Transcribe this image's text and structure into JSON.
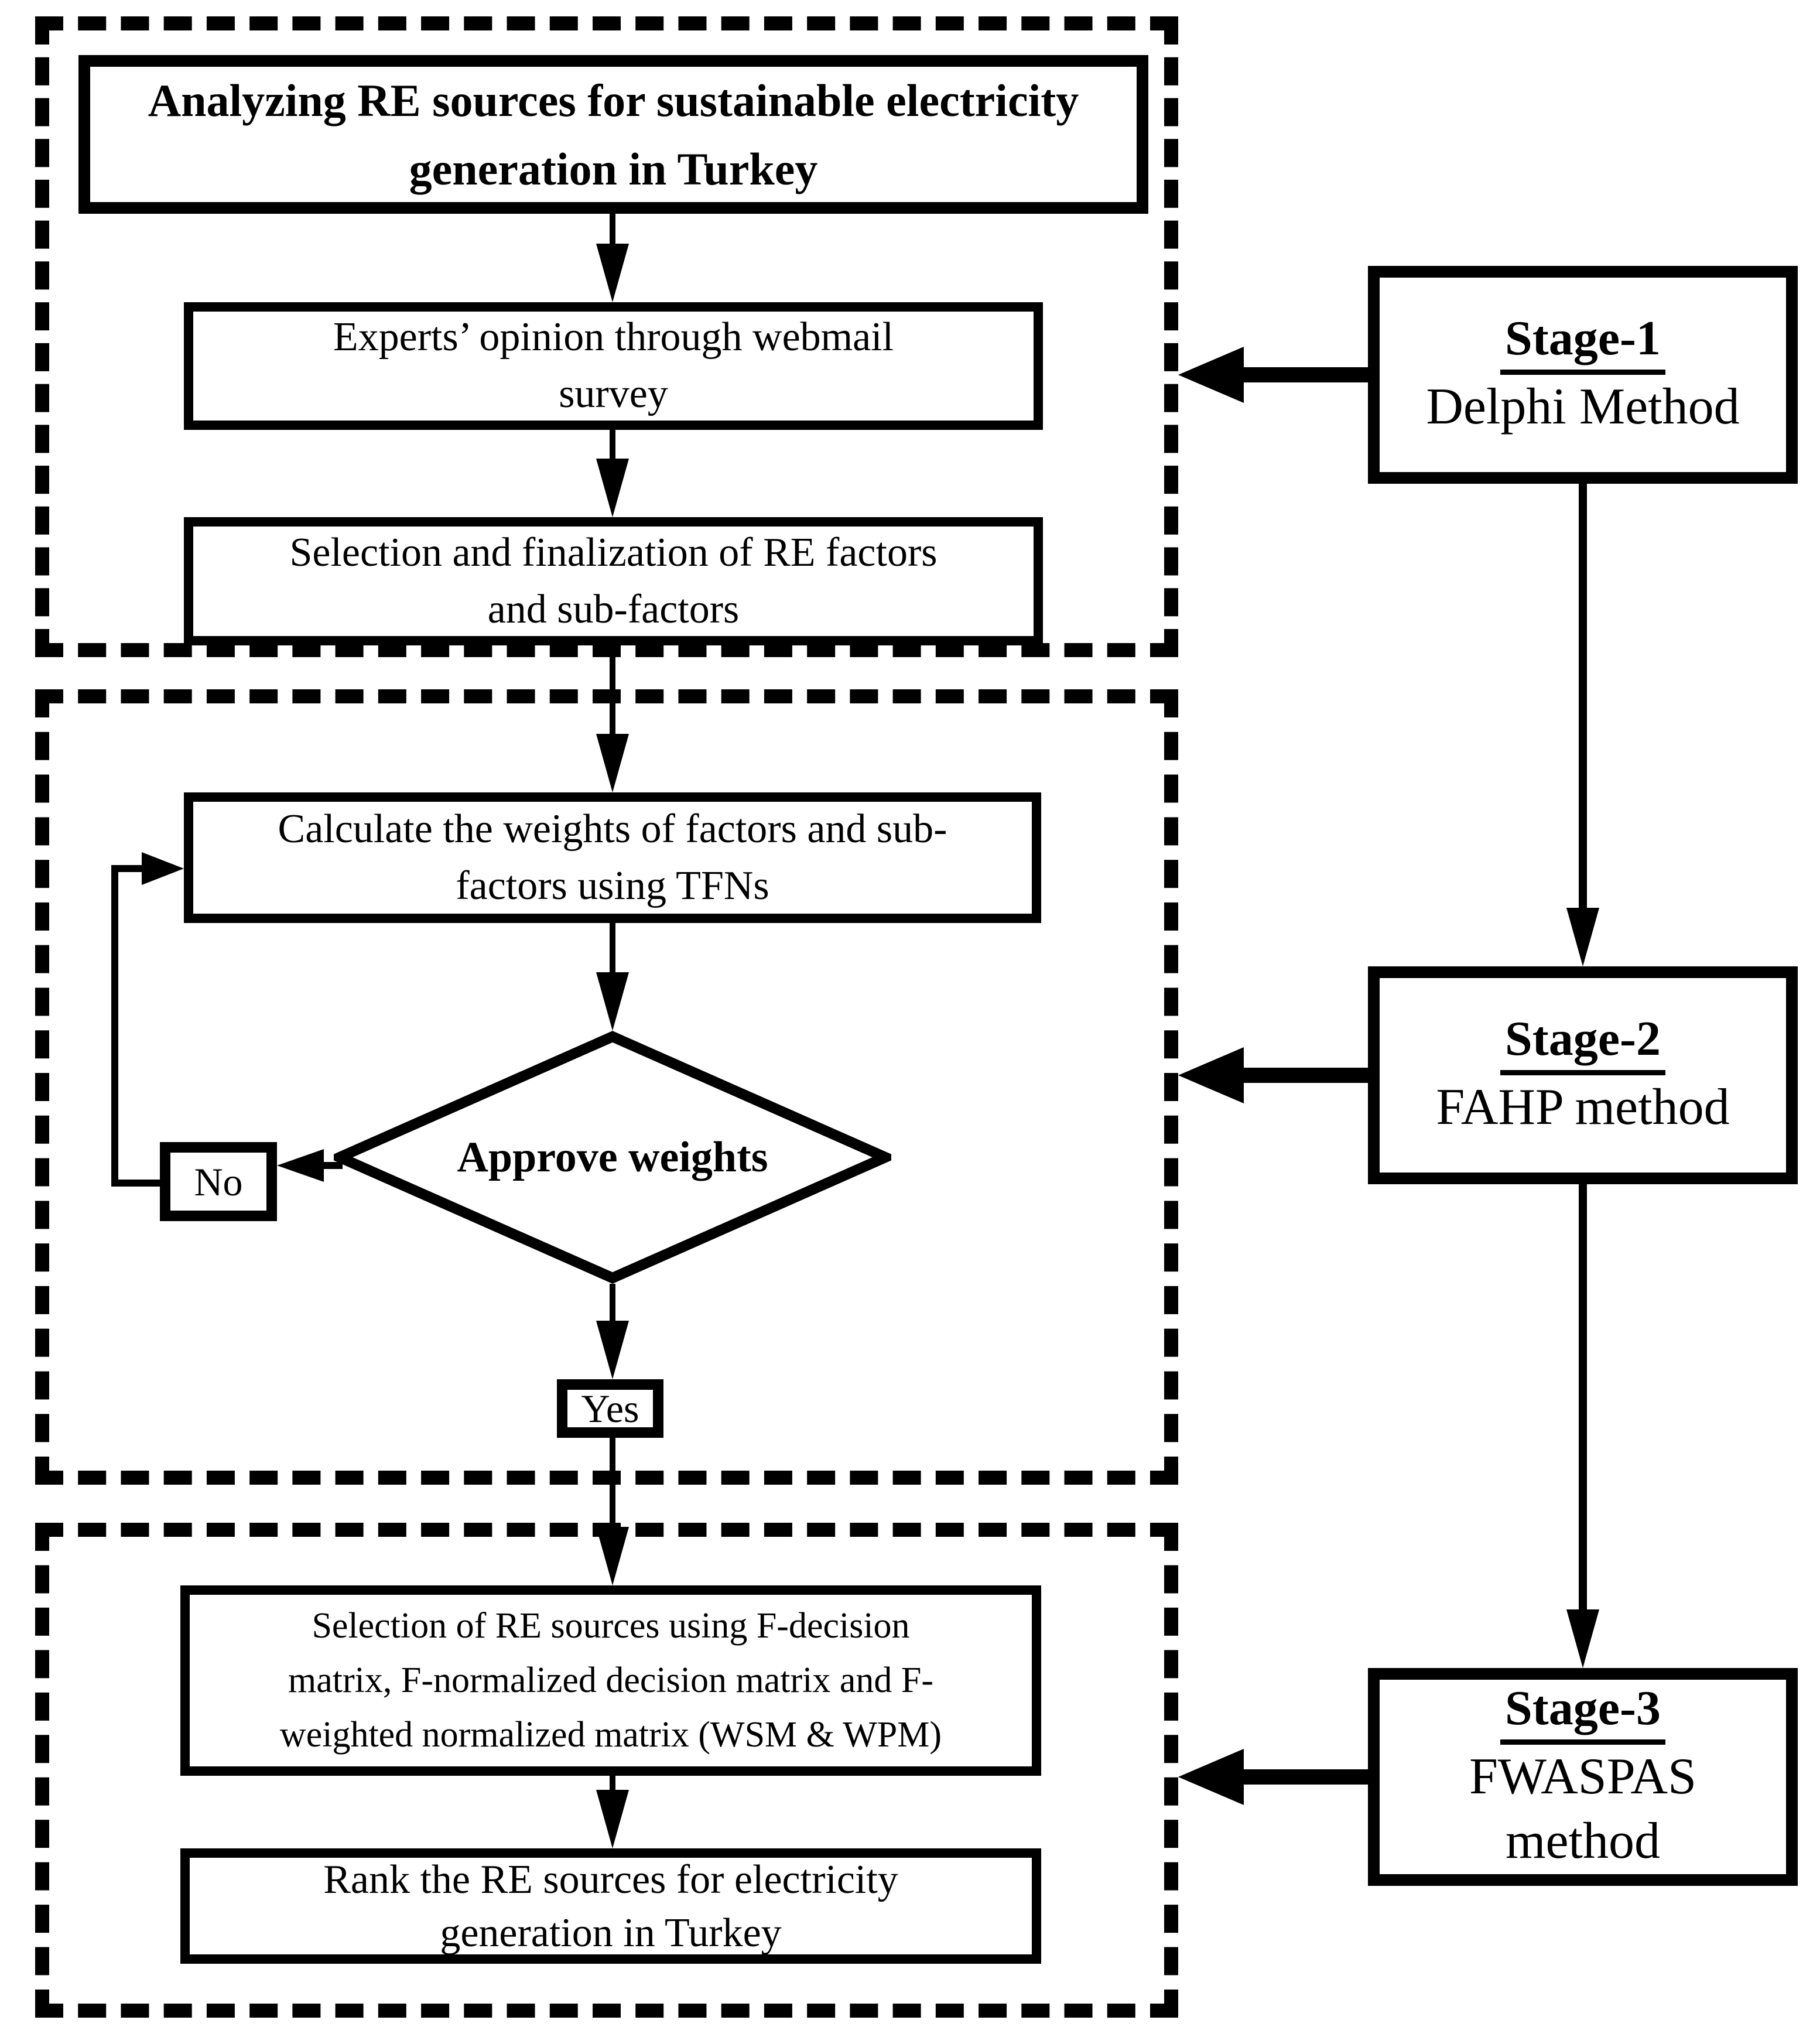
{
  "figure": {
    "colors": {
      "ink": "#000000",
      "paper": "#ffffff"
    },
    "nodes": {
      "title": {
        "lines": [
          "Analyzing RE sources for sustainable electricity",
          "generation in Turkey"
        ]
      },
      "experts": {
        "lines": [
          "Experts’ opinion through webmail",
          "survey"
        ]
      },
      "factors": {
        "lines": [
          "Selection and finalization of RE factors",
          "and sub-factors"
        ]
      },
      "weights": {
        "lines": [
          "Calculate the weights of factors and sub-",
          "factors using TFNs"
        ]
      },
      "selection": {
        "lines": [
          "Selection of RE sources using F-decision",
          "matrix, F-normalized decision matrix and F-",
          "weighted normalized matrix (WSM & WPM)"
        ]
      },
      "rank": {
        "lines": [
          "Rank the RE sources for electricity",
          "generation in Turkey"
        ]
      }
    },
    "decision": {
      "label": "Approve weights",
      "no_label": "No",
      "yes_label": "Yes"
    },
    "stages": [
      {
        "title": "Stage-1",
        "method_lines": [
          "Delphi Method"
        ]
      },
      {
        "title": "Stage-2",
        "method_lines": [
          "FAHP method"
        ]
      },
      {
        "title": "Stage-3",
        "method_lines": [
          "FWASPAS",
          "method"
        ]
      }
    ]
  }
}
